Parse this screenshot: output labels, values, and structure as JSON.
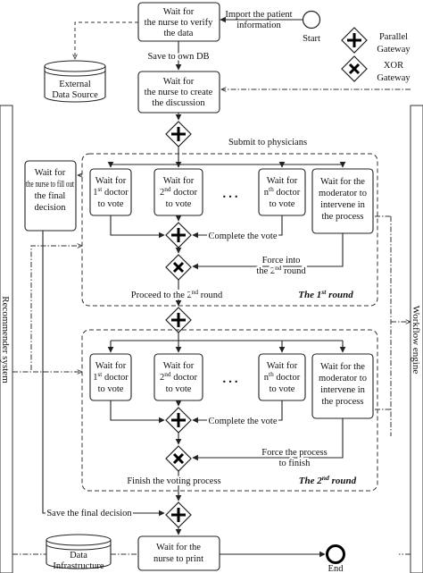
{
  "side_labels": {
    "left": "Recommender system",
    "right": "Workflow engine"
  },
  "legend": {
    "parallel": [
      "Parallel",
      "Gateway"
    ],
    "xor": [
      "XOR",
      "Gateway"
    ]
  },
  "events": {
    "start": "Start",
    "end": "End"
  },
  "data_stores": {
    "external": [
      "External",
      "Data Source"
    ],
    "infrastructure": [
      "Data",
      "Infrastructure"
    ]
  },
  "tasks": {
    "verify": [
      "Wait for",
      "the nurse to verify",
      "the data"
    ],
    "create": [
      "Wait for",
      "the nurse to create",
      "the discussion"
    ],
    "fill": [
      "Wait for",
      "the nurse to fill out",
      "the final",
      "decision"
    ],
    "print": [
      "Wait for the",
      "nurse to print"
    ],
    "round1_doctor1": [
      "Wait for",
      "1st doctor",
      "to vote"
    ],
    "round1_doctor2": [
      "Wait for",
      "2nd doctor",
      "to vote"
    ],
    "round1_doctorn": [
      "Wait for",
      "nth doctor",
      "to vote"
    ],
    "round1_moderator": [
      "Wait for the",
      "moderator to",
      "intervene in",
      "the process"
    ],
    "round2_doctor1": [
      "Wait for",
      "1st doctor",
      "to vote"
    ],
    "round2_doctor2": [
      "Wait for",
      "2nd doctor",
      "to vote"
    ],
    "round2_doctorn": [
      "Wait for",
      "nth doctor",
      "to vote"
    ],
    "round2_moderator": [
      "Wait for the",
      "moderator to",
      "intervene in",
      "the process"
    ]
  },
  "ellipsis": "…",
  "round_titles": {
    "round1": "The 1st round",
    "round2": "The 2nd round"
  },
  "flow_labels": {
    "import": [
      "Import the patient",
      "information"
    ],
    "save_db": "Save to own DB",
    "submit": "Submit to physicians",
    "complete1": "Complete the vote",
    "force1": [
      "Force into",
      "the 2nd round"
    ],
    "proceed": "Proceed to the 2nd round",
    "complete2": "Complete the vote",
    "force2": [
      "Force the process",
      "to finish"
    ],
    "finish": "Finish the voting process",
    "save_final": "Save the final decision"
  }
}
